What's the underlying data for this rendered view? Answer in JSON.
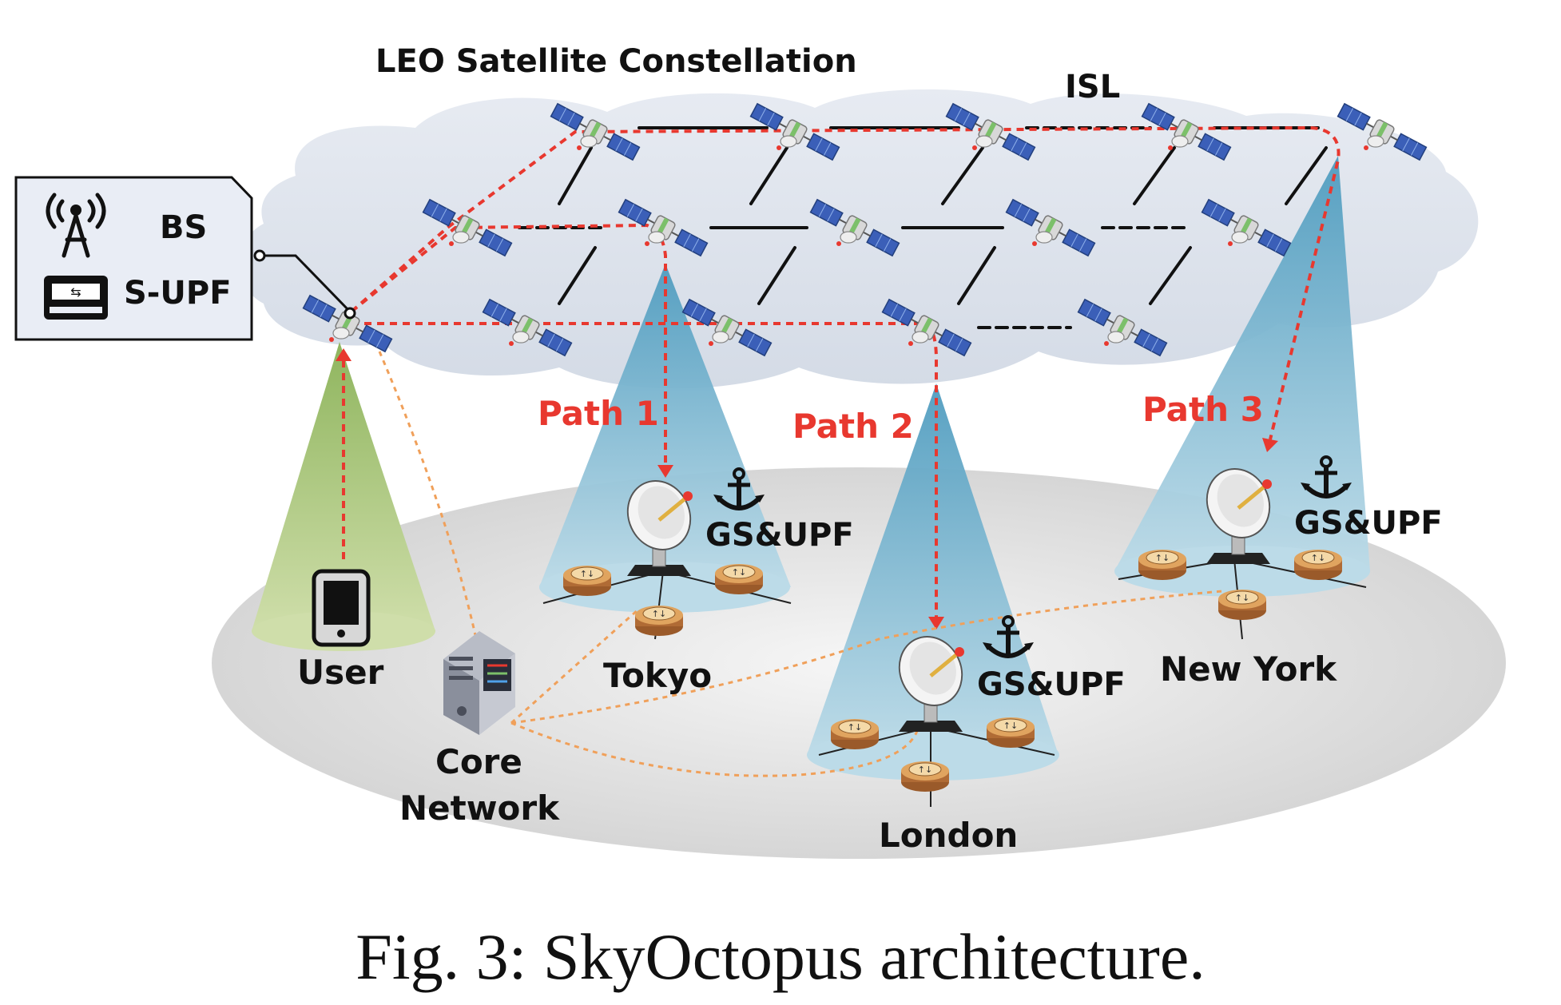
{
  "title": "LEO Satellite Constellation",
  "isl_label": "ISL",
  "bs_box": {
    "bs_label": "BS",
    "supf_label": "S-UPF"
  },
  "paths": [
    "Path 1",
    "Path 2",
    "Path 3"
  ],
  "gs_label": "GS&UPF",
  "cities": {
    "tokyo": "Tokyo",
    "london": "London",
    "newyork": "New York"
  },
  "user_label": "User",
  "core": {
    "line1": "Core",
    "line2": "Network"
  },
  "caption": "Fig. 3: SkyOctopus architecture.",
  "colors": {
    "path": "#e8382f",
    "link": "#f0a05a",
    "beam": "#6aaec8",
    "user_beam": "#a8c278",
    "cloud": "#dde3ec",
    "ground": "#e4e4e4"
  }
}
